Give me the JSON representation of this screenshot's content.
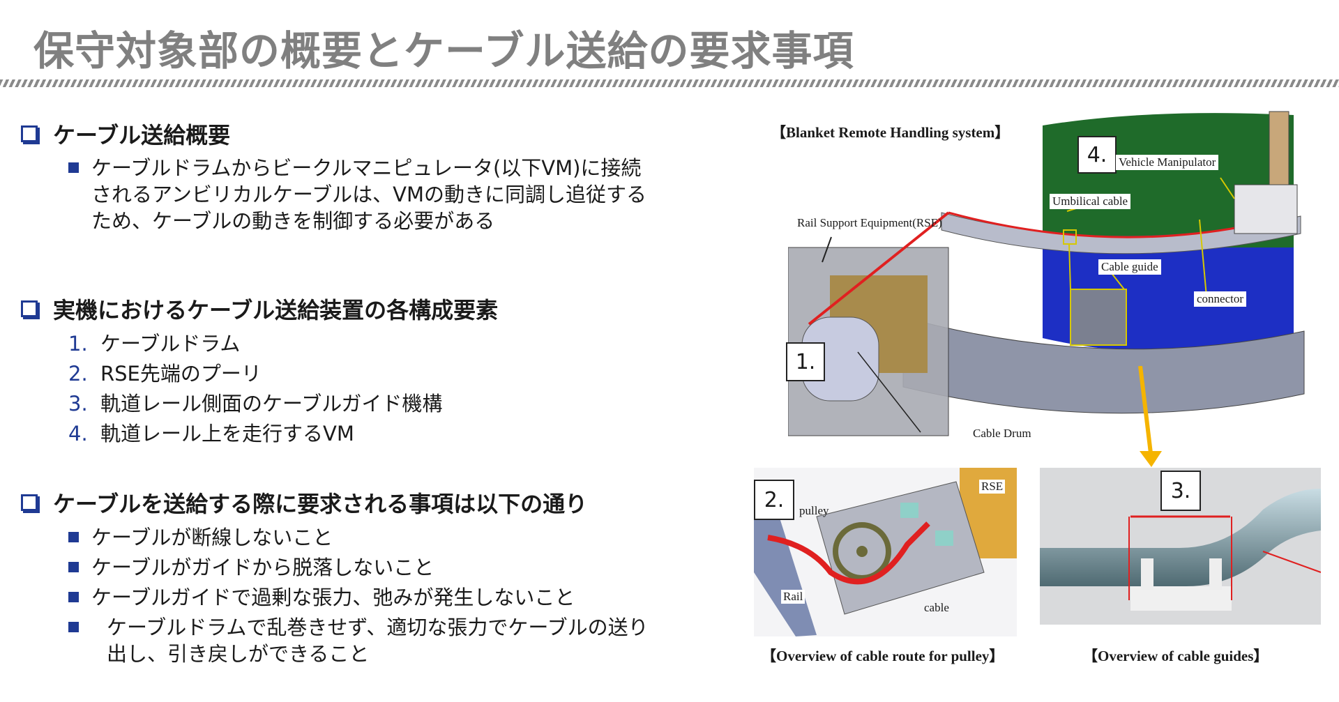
{
  "title": "保守対象部の概要とケーブル送給の要求事項",
  "sections": [
    {
      "heading": "ケーブル送給概要",
      "bullets": [
        "ケーブルドラムからビークルマニピュレータ(以下VM)に接続",
        "されるアンビリカルケーブルは、VMの動きに同調し追従する",
        "ため、ケーブルの動きを制御する必要がある"
      ]
    },
    {
      "heading": "実機におけるケーブル送給装置の各構成要素",
      "items": [
        {
          "n": "1.",
          "t": "ケーブルドラム"
        },
        {
          "n": "2.",
          "t": "RSE先端のプーリ"
        },
        {
          "n": "3.",
          "t": "軌道レール側面のケーブルガイド機構"
        },
        {
          "n": "4.",
          "t": "軌道レール上を走行するVM"
        }
      ]
    },
    {
      "heading": "ケーブルを送給する際に要求される事項は以下の通り",
      "bullets": [
        "ケーブルが断線しないこと",
        "ケーブルがガイドから脱落しないこと",
        "ケーブルガイドで過剰な張力、弛みが発生しないこと",
        "ケーブルドラムで乱巻きせず、適切な張力でケーブルの送り",
        "出し、引き戻しができること"
      ]
    }
  ],
  "figures": {
    "main_caption": "【Blanket Remote Handling system】",
    "main_labels": {
      "vm": "Vehicle Manipulator",
      "umbilical": "Umbilical cable",
      "rse": "Rail Support Equipment(RSE)",
      "guide": "Cable guide",
      "connector": "connector",
      "drum": "Cable Drum",
      "n1": "1.",
      "n4": "4."
    },
    "pulley_labels": {
      "n2": "2.",
      "pulley": "pulley",
      "rse": "RSE",
      "rail": "Rail",
      "cable": "cable"
    },
    "guide_labels": {
      "n3": "3."
    },
    "pulley_caption": "【Overview of cable route for pulley】",
    "guides_caption": "【Overview of cable guides】"
  },
  "colors": {
    "accent": "#1f3a93",
    "title": "#808080",
    "arrow": "#f5b400",
    "cable": "#e02020"
  }
}
